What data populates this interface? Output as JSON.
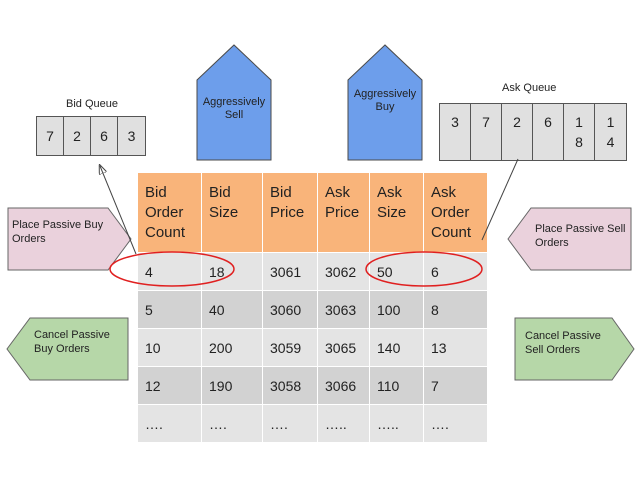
{
  "bid_queue": {
    "title": "Bid Queue",
    "values": [
      "7",
      "2",
      "6",
      "3"
    ]
  },
  "ask_queue": {
    "title": "Ask Queue",
    "values": [
      "3",
      "7",
      "2",
      "6",
      "1\n8",
      "1\n4"
    ]
  },
  "shapes": {
    "aggressively_sell": "Aggressively Sell",
    "aggressively_buy": "Aggressively Buy",
    "place_passive_buy": "Place Passive Buy Orders",
    "place_passive_sell": "Place Passive Sell Orders",
    "cancel_passive_buy": "Cancel Passive Buy Orders",
    "cancel_passive_sell": "Cancel Passive Sell Orders"
  },
  "order_book": {
    "headers": [
      "Bid Order Count",
      "Bid Size",
      "Bid Price",
      "Ask Price",
      "Ask Size",
      "Ask Order Count"
    ],
    "rows": [
      [
        "4",
        "18",
        "3061",
        "3062",
        "50",
        "6"
      ],
      [
        "5",
        "40",
        "3060",
        "3063",
        "100",
        "8"
      ],
      [
        "10",
        "200",
        "3059",
        "3065",
        "140",
        "13"
      ],
      [
        "12",
        "190",
        "3058",
        "3066",
        "110",
        "7"
      ],
      [
        "….",
        "….",
        "….",
        "…..",
        "…..",
        "…."
      ]
    ]
  },
  "colors": {
    "header_fill": "#f9b47a",
    "row_fill": "#e4e4e4",
    "alt_row_fill": "#d2d2d2",
    "blue_pentagon": "#6d9eeb",
    "pink_arrow": "#ead1dc",
    "green_arrow": "#b6d7a8",
    "highlight_ellipse": "#e02020"
  }
}
